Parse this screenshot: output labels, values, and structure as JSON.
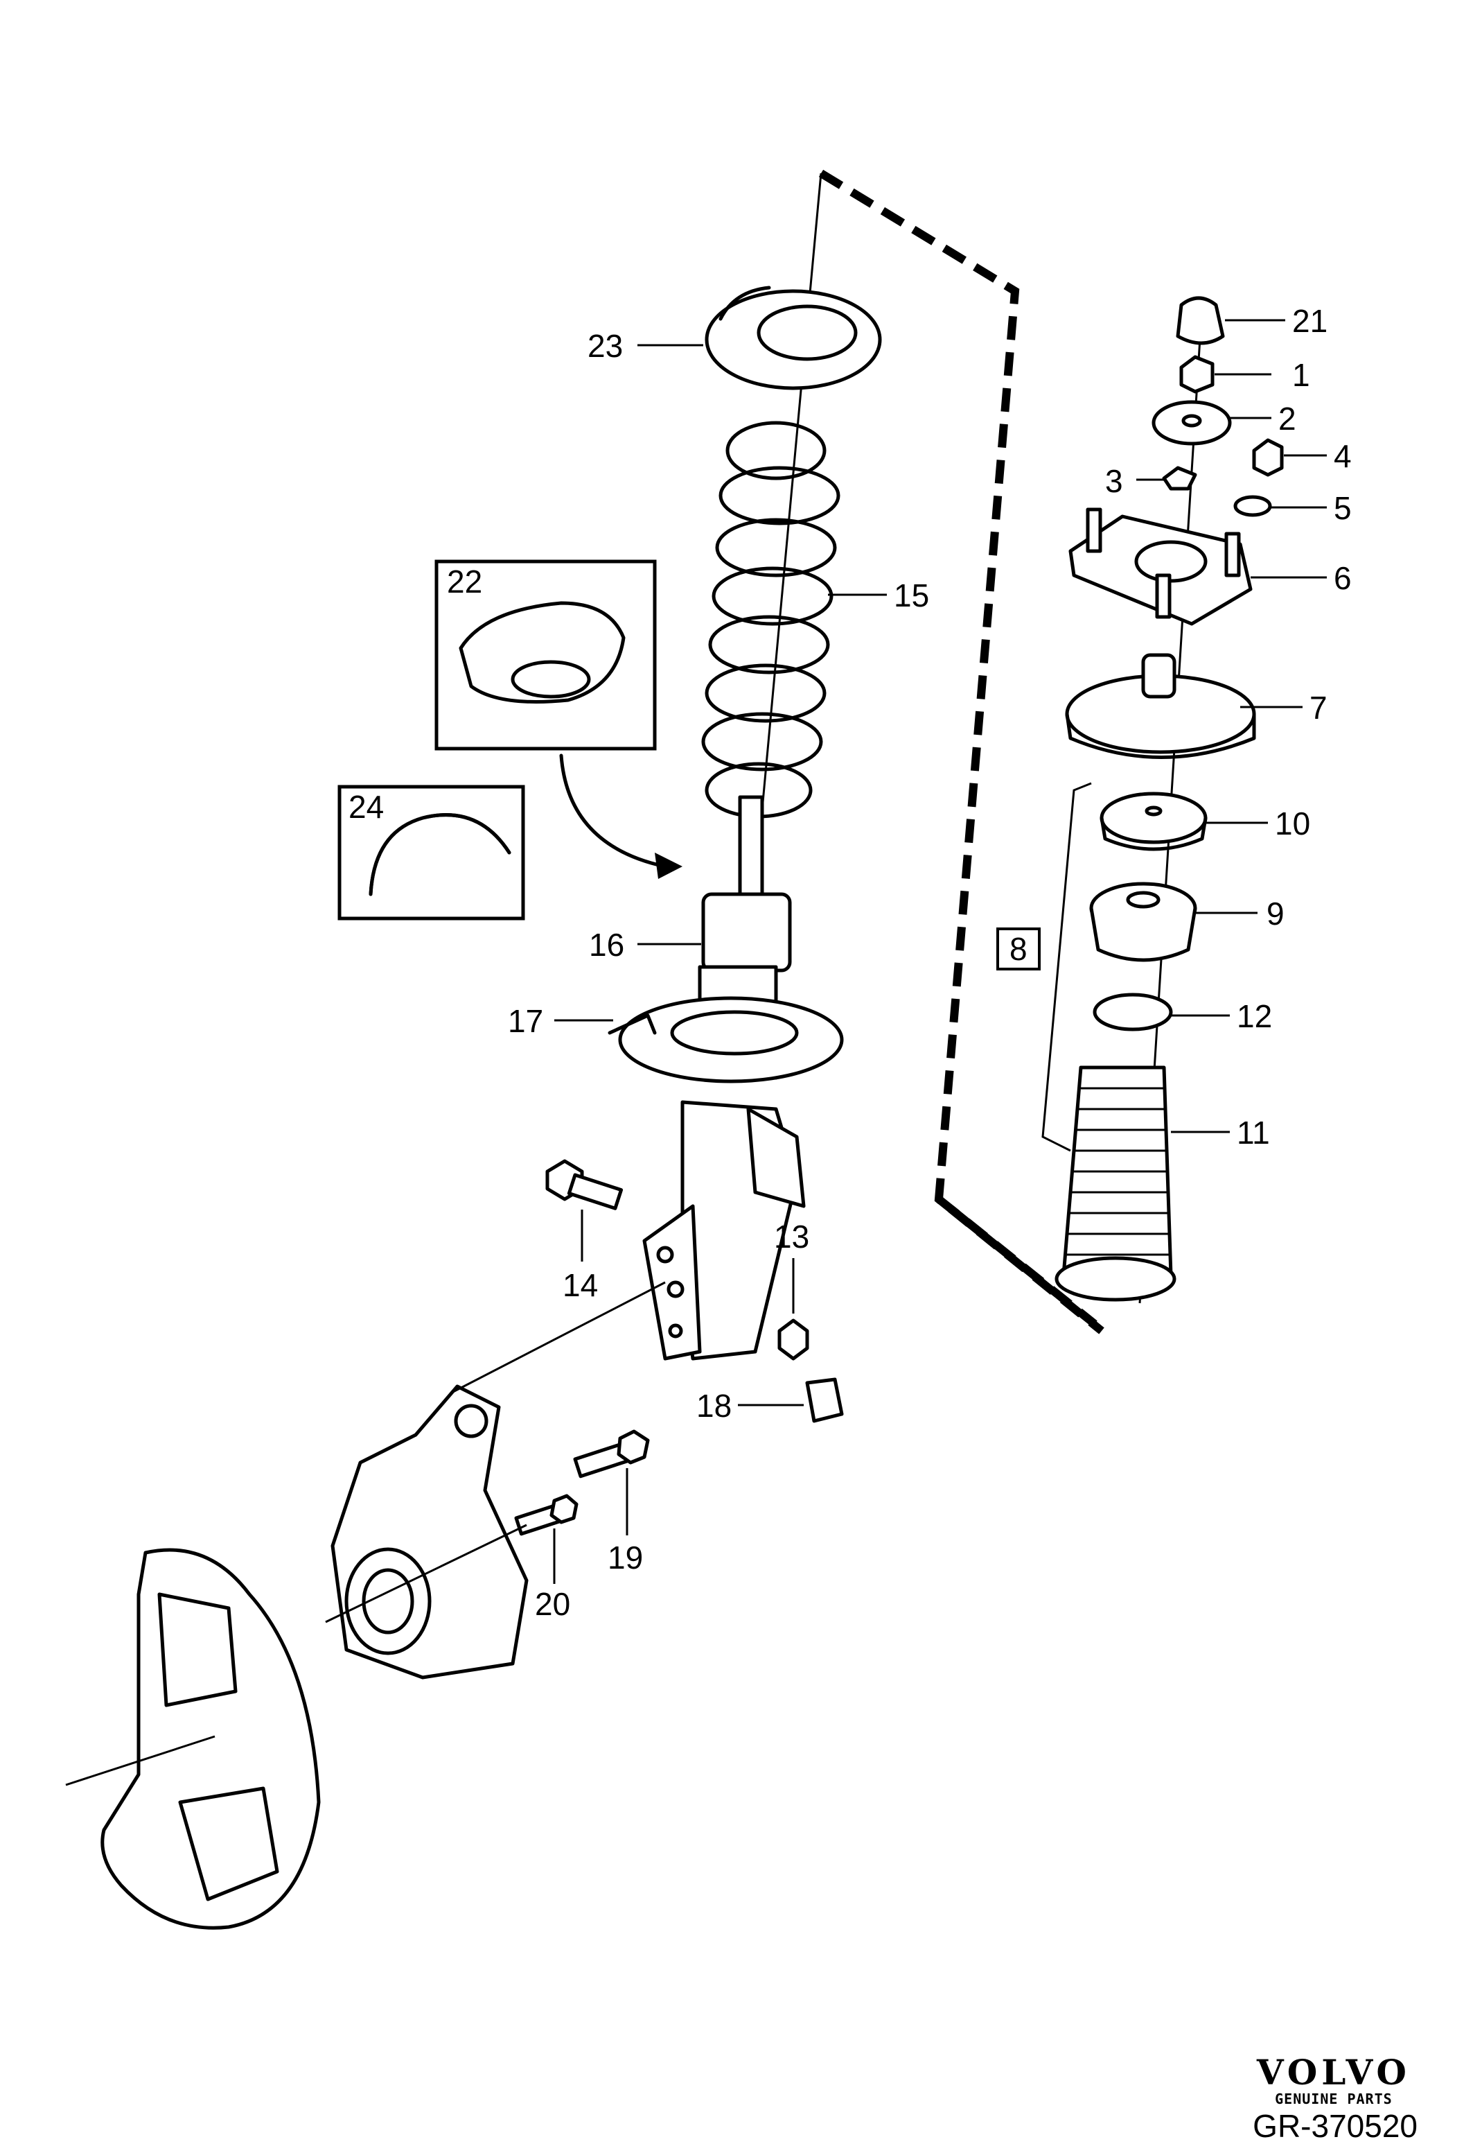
{
  "callouts": [
    {
      "id": "1",
      "text": "1"
    },
    {
      "id": "2",
      "text": "2"
    },
    {
      "id": "3",
      "text": "3"
    },
    {
      "id": "4",
      "text": "4"
    },
    {
      "id": "5",
      "text": "5"
    },
    {
      "id": "6",
      "text": "6"
    },
    {
      "id": "7",
      "text": "7"
    },
    {
      "id": "8",
      "text": "8"
    },
    {
      "id": "9",
      "text": "9"
    },
    {
      "id": "10",
      "text": "10"
    },
    {
      "id": "11",
      "text": "11"
    },
    {
      "id": "12",
      "text": "12"
    },
    {
      "id": "13",
      "text": "13"
    },
    {
      "id": "14",
      "text": "14"
    },
    {
      "id": "15",
      "text": "15"
    },
    {
      "id": "16",
      "text": "16"
    },
    {
      "id": "17",
      "text": "17"
    },
    {
      "id": "18",
      "text": "18"
    },
    {
      "id": "19",
      "text": "19"
    },
    {
      "id": "20",
      "text": "20"
    },
    {
      "id": "21",
      "text": "21"
    },
    {
      "id": "22",
      "text": "22"
    },
    {
      "id": "23",
      "text": "23"
    },
    {
      "id": "24",
      "text": "24"
    }
  ],
  "brand": {
    "name": "VOLVO",
    "tagline": "GENUINE PARTS"
  },
  "drawing_code": "GR-370520"
}
